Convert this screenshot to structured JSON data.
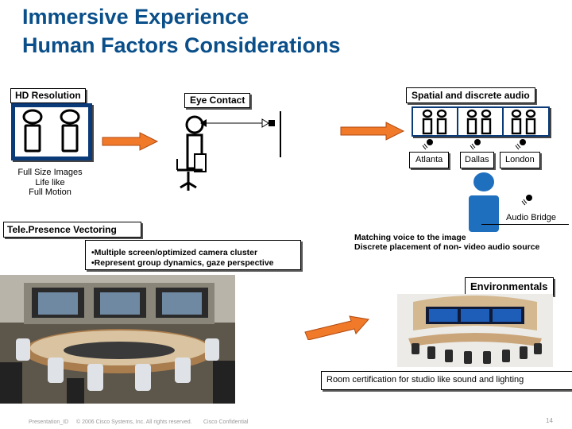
{
  "title": "Immersive Experience",
  "subtitle": "Human Factors Considerations",
  "hd_resolution": {
    "label": "HD Resolution",
    "caption_lines": [
      "Full Size Images",
      "Life like",
      "Full Motion"
    ]
  },
  "eye_contact": {
    "label": "Eye Contact"
  },
  "spatial_audio": {
    "label": "Spatial and discrete audio",
    "locations": [
      "Atlanta",
      "Dallas",
      "London"
    ],
    "bridge_label": "Audio Bridge",
    "notes": [
      "Matching voice to the image",
      "Discrete placement of non- video audio source"
    ]
  },
  "vectoring": {
    "label": "Tele.Presence Vectoring",
    "bullets": [
      "•Multiple screen/optimized camera cluster",
      "•Represent group dynamics, gaze perspective"
    ]
  },
  "environmentals": {
    "label": "Environmentals",
    "caption": "Room certification for studio like  sound and lighting"
  },
  "footer": {
    "presentation_id": "Presentation_ID",
    "copyright": "© 2006 Cisco Systems, Inc. All rights reserved.",
    "confidential": "Cisco Confidential",
    "page_number": "14"
  },
  "colors": {
    "title": "#0a4f8a",
    "arrow": "#f07a2a",
    "person": "#1f6fbf"
  }
}
